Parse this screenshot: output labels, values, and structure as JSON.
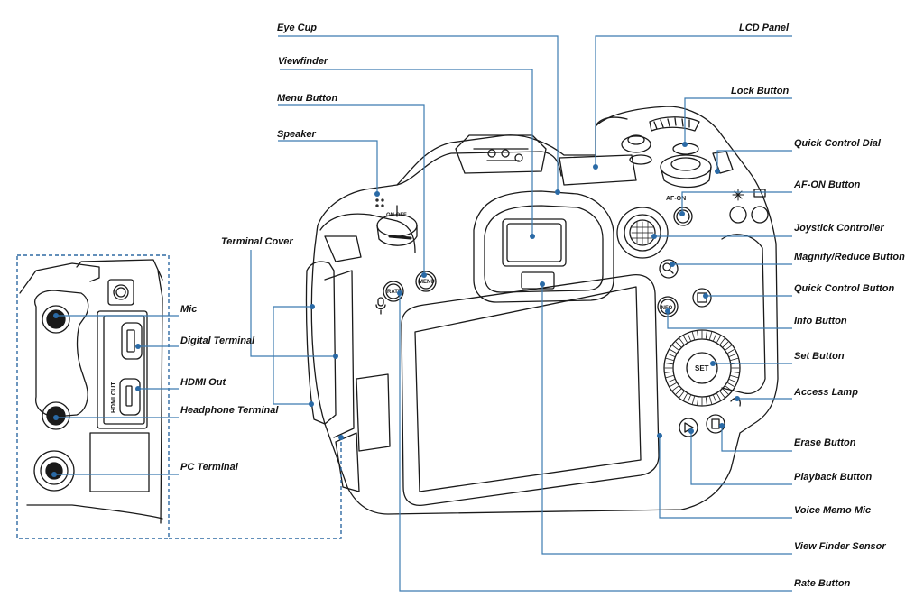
{
  "title": "Camera rear view diagram",
  "colors": {
    "leader_line": "#3c7bb0",
    "dot": "#2a6aa6",
    "outline": "#1a1a1a",
    "inset_border": "#2f6aa3"
  },
  "labels": {
    "eye_cup": "Eye Cup",
    "viewfinder": "Viewfinder",
    "menu_button": "Menu Button",
    "speaker": "Speaker",
    "terminal_cover": "Terminal Cover",
    "lcd_panel": "LCD Panel",
    "lock_button": "Lock Button",
    "quick_control_dial": "Quick Control Dial",
    "af_on_button": "AF-ON Button",
    "joystick_controller": "Joystick Controller",
    "magnify_reduce_button": "Magnify/Reduce Button",
    "quick_control_button": "Quick Control Button",
    "info_button": "Info Button",
    "set_button": "Set Button",
    "access_lamp": "Access Lamp",
    "erase_button": "Erase Button",
    "playback_button": "Playback Button",
    "voice_memo_mic": "Voice Memo Mic",
    "view_finder_sensor": "View Finder Sensor",
    "rate_button": "Rate Button",
    "mic": "Mic",
    "digital_terminal": "Digital Terminal",
    "hdmi_out": "HDMI Out",
    "headphone_terminal": "Headphone Terminal",
    "pc_terminal": "PC Terminal"
  },
  "camera_markings": {
    "menu": "MENU",
    "rate": "RATE",
    "info": "INFO",
    "set": "SET",
    "af_on": "AF-ON",
    "on_off": "ON OFF",
    "hdmi_out": "HDMI OUT",
    "mic": "MIC",
    "hdmi": "HDMI"
  }
}
